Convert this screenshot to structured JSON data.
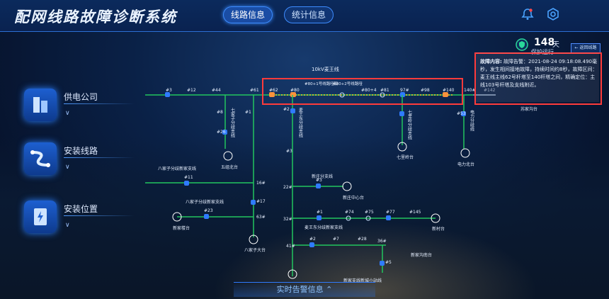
{
  "header": {
    "title": "配网线路故障诊断系统",
    "tabs": [
      {
        "label": "线路信息",
        "active": true
      },
      {
        "label": "统计信息",
        "active": false
      }
    ],
    "icons": [
      "bell-icon",
      "settings-icon"
    ]
  },
  "sidebar": {
    "items": [
      {
        "label": "供电公司",
        "icon": "building-icon"
      },
      {
        "label": "安装线路",
        "icon": "route-icon"
      },
      {
        "label": "安装位置",
        "icon": "power-box-icon"
      }
    ]
  },
  "status": {
    "days_value": "148",
    "days_unit": "天",
    "days_label": "保护运行"
  },
  "back_button": "← 返回线路",
  "fault_popup": {
    "title": "故障内容:",
    "text": "故障告警：2021-08-24 09:18:08.490毫秒，发生相间接地故障，持续时间约8秒，故障区间：麦王线主线62号杆塔至140杆塔之间，精确定位：主线103号杆塔及支线附近。"
  },
  "diagram": {
    "main_line": "10kV麦王线",
    "nodes_main": [
      "#3",
      "#12",
      "#44",
      "#61",
      "#62",
      "#80",
      "#80+1号线路哑铅",
      "#80+2号线路哑",
      "#80+4",
      "#81",
      "97#",
      "#98",
      "#140",
      "140#",
      "#142"
    ],
    "branch_labels": [
      "七家子分歧支线",
      "麦王东分歧支线",
      "七里岭分歧支线",
      "电力分歧线",
      "八家子分歧新家支线",
      "八家子分歧新家支线",
      "新庄分支线",
      "麦王东分歧新家支线",
      "新家支线新城小站线"
    ],
    "station_labels": [
      "五组北台",
      "七里岭台",
      "电力北台",
      "新庄中心台",
      "新村台",
      "新家沟南台",
      "新家楼台",
      "八家子大台",
      "苏家沟台"
    ],
    "small_nodes": [
      "#8",
      "#26",
      "#1",
      "#2",
      "#3",
      "#11",
      "16#",
      "#17",
      "#23",
      "63#",
      "22#",
      "#3",
      "32#",
      "#1",
      "#74",
      "#75",
      "#77",
      "#145",
      "41#",
      "#2",
      "#7",
      "#28",
      "36#",
      "#5",
      "#53"
    ]
  },
  "bottom_bar": {
    "label": "实时告警信息 ⌃"
  }
}
